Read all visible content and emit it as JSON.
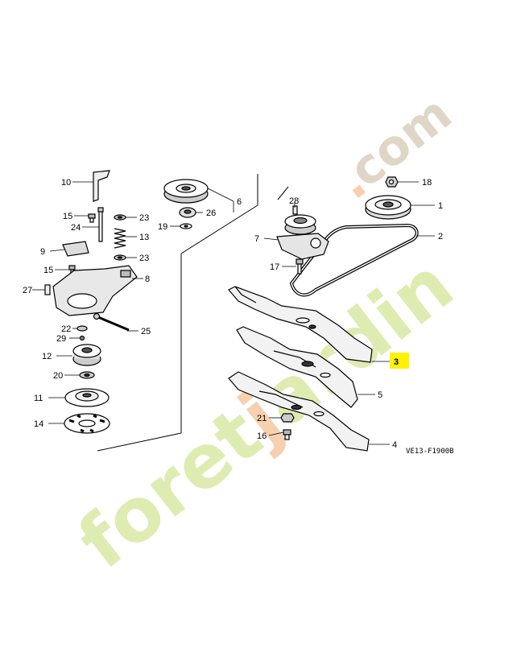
{
  "diagram": {
    "drawing_code": "VE13-F1900B",
    "highlight_color": "#fff200",
    "highlighted_part": "3",
    "callouts": [
      "1",
      "2",
      "3",
      "4",
      "5",
      "6",
      "7",
      "8",
      "9",
      "10",
      "11",
      "12",
      "13",
      "14",
      "15",
      "15",
      "16",
      "17",
      "18",
      "19",
      "20",
      "21",
      "22",
      "23",
      "23",
      "24",
      "25",
      "26",
      "27",
      "28",
      "29"
    ]
  },
  "watermark": {
    "text_main": "foret",
    "text_j": "j",
    "text_ardin": "ardin",
    "text_dot": ".",
    "text_com": "com",
    "color_main": "#d9e9a4",
    "color_accent": "#f6c8a2",
    "color_com": "#ddd2c2"
  }
}
